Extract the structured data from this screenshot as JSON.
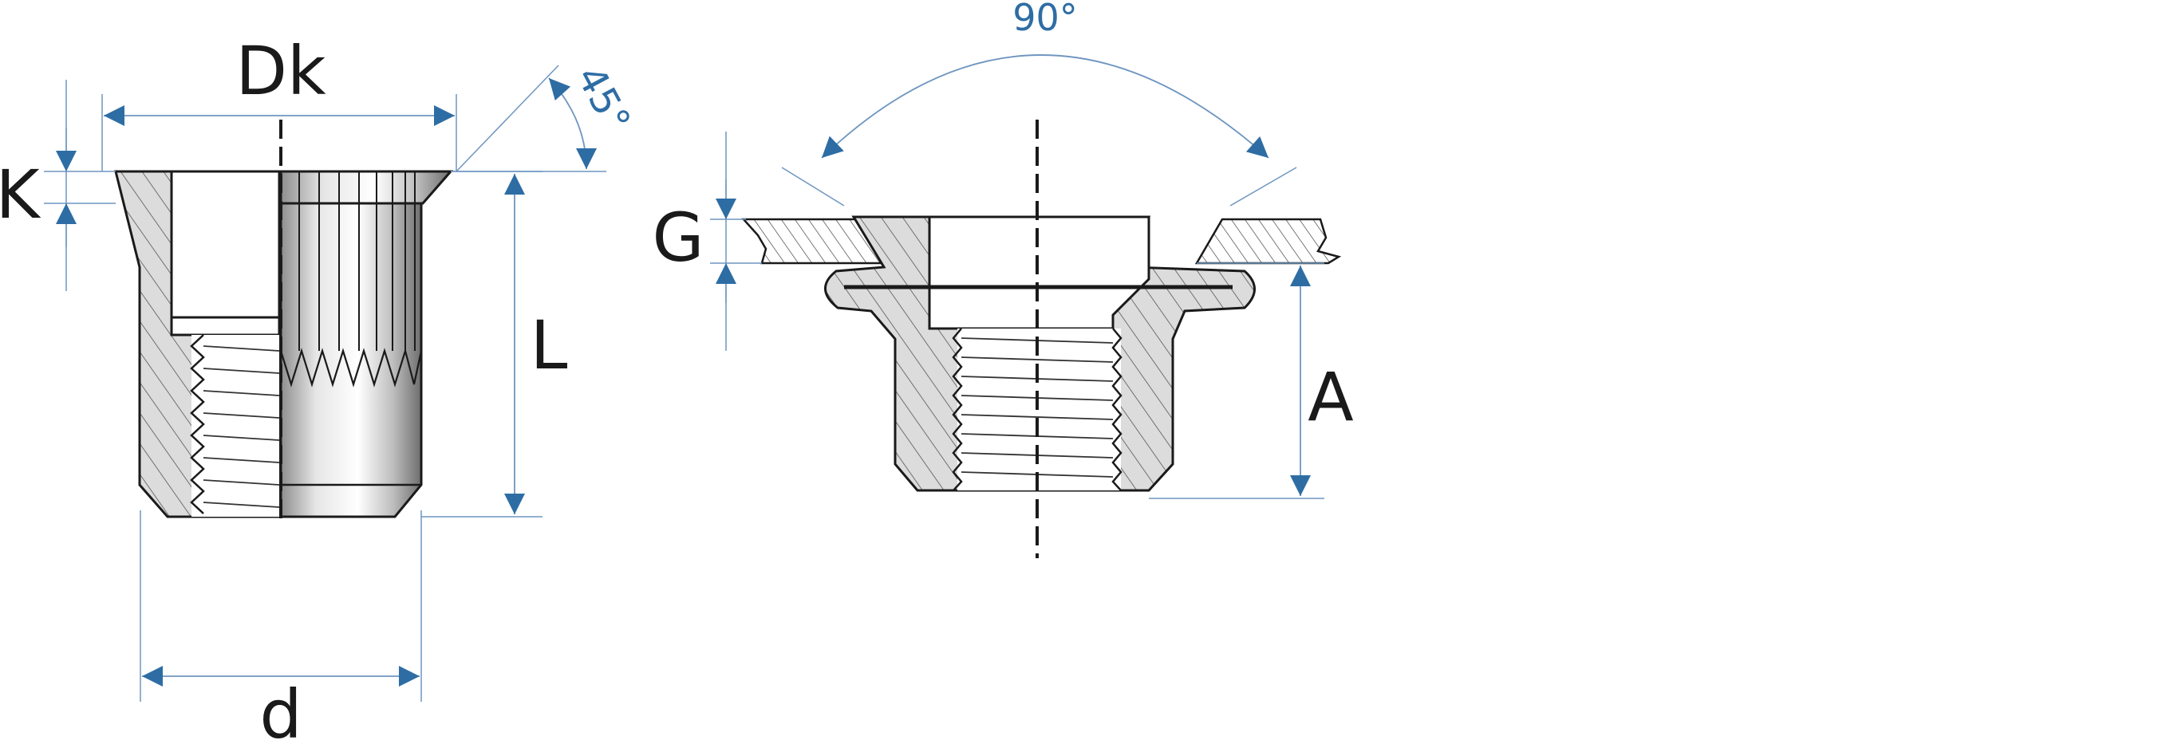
{
  "diagram": {
    "labels": {
      "dk": "Dk",
      "k": "K",
      "l": "L",
      "d": "d",
      "angle_45": "45°",
      "angle_90": "90°",
      "g": "G",
      "a": "A"
    },
    "colors": {
      "arrow": "#2e6da4",
      "dim_line": "#6f96c0",
      "angle_text": "#2e6da4",
      "outline": "#1a1a1a",
      "hatch_fill": "#dcdcdc"
    }
  }
}
